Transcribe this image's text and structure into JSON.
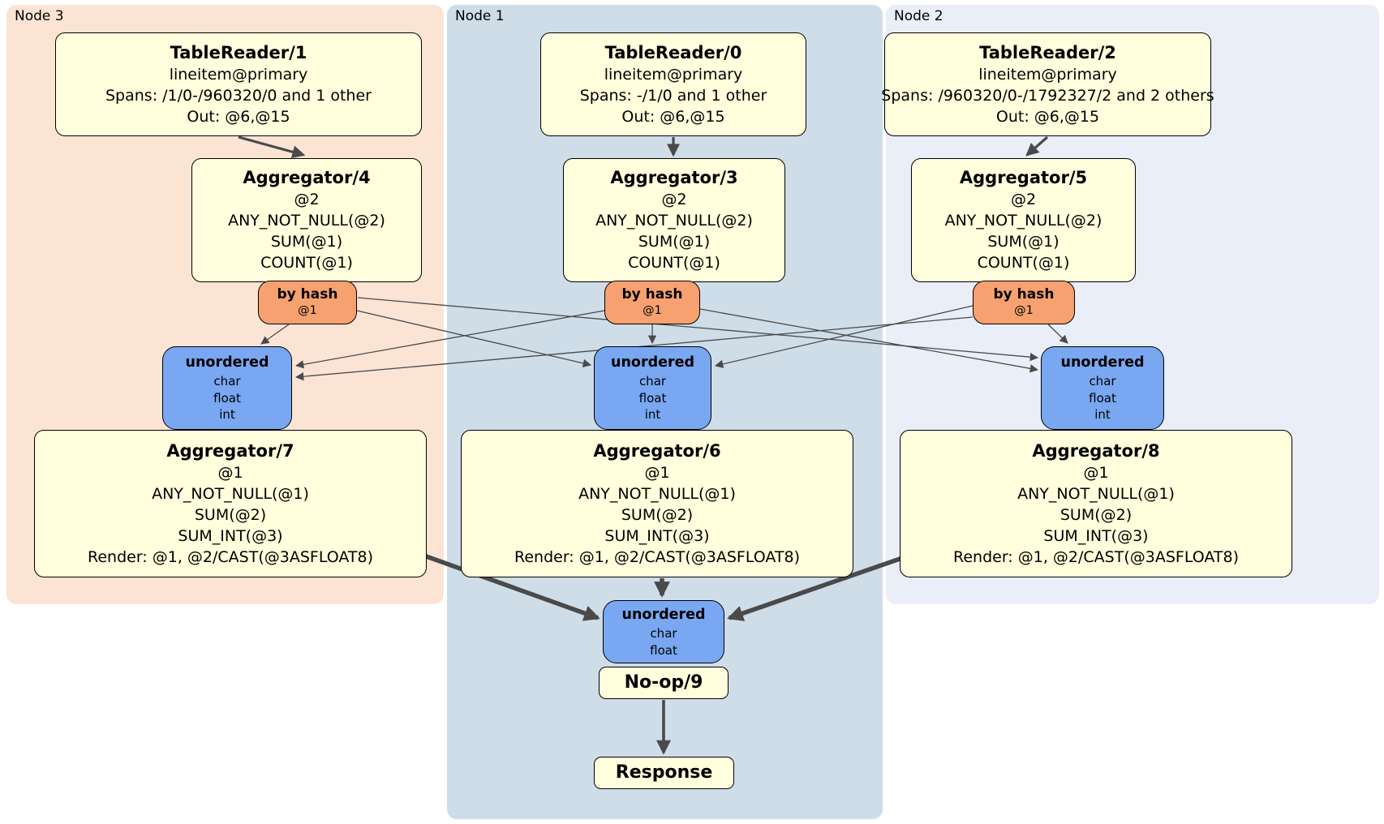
{
  "colors": {
    "node3_bg": "#fce4d4",
    "node1_bg": "#cfdde9",
    "node2_bg": "#e9eef8",
    "processor_fill": "#ffffdd",
    "router_fill": "#f6a16f",
    "sync_fill": "#79a7f1",
    "box_border": "#000000",
    "edge": "#4a4a4a"
  },
  "panels": [
    {
      "label": "Node 3"
    },
    {
      "label": "Node 1"
    },
    {
      "label": "Node 2"
    }
  ],
  "boxes": {
    "tr1": {
      "title": "TableReader/1",
      "lines": [
        "lineitem@primary",
        "Spans: /1/0-/960320/0 and 1 other",
        "Out: @6,@15"
      ]
    },
    "tr0": {
      "title": "TableReader/0",
      "lines": [
        "lineitem@primary",
        "Spans: -/1/0 and 1 other",
        "Out: @6,@15"
      ]
    },
    "tr2": {
      "title": "TableReader/2",
      "lines": [
        "lineitem@primary",
        "Spans: /960320/0-/1792327/2 and 2 others",
        "Out: @6,@15"
      ]
    },
    "agg4": {
      "title": "Aggregator/4",
      "lines": [
        "@2",
        "ANY_NOT_NULL(@2)",
        "SUM(@1)",
        "COUNT(@1)"
      ]
    },
    "agg3": {
      "title": "Aggregator/3",
      "lines": [
        "@2",
        "ANY_NOT_NULL(@2)",
        "SUM(@1)",
        "COUNT(@1)"
      ]
    },
    "agg5": {
      "title": "Aggregator/5",
      "lines": [
        "@2",
        "ANY_NOT_NULL(@2)",
        "SUM(@1)",
        "COUNT(@1)"
      ]
    },
    "hash3": {
      "title": "by hash",
      "lines": [
        "@1"
      ]
    },
    "hash1": {
      "title": "by hash",
      "lines": [
        "@1"
      ]
    },
    "hash2": {
      "title": "by hash",
      "lines": [
        "@1"
      ]
    },
    "sync3": {
      "title": "unordered",
      "lines": [
        "char",
        "float",
        "int"
      ]
    },
    "sync1": {
      "title": "unordered",
      "lines": [
        "char",
        "float",
        "int"
      ]
    },
    "sync2": {
      "title": "unordered",
      "lines": [
        "char",
        "float",
        "int"
      ]
    },
    "agg7": {
      "title": "Aggregator/7",
      "lines": [
        "@1",
        "ANY_NOT_NULL(@1)",
        "SUM(@2)",
        "SUM_INT(@3)",
        "Render: @1, @2/CAST(@3ASFLOAT8)"
      ]
    },
    "agg6": {
      "title": "Aggregator/6",
      "lines": [
        "@1",
        "ANY_NOT_NULL(@1)",
        "SUM(@2)",
        "SUM_INT(@3)",
        "Render: @1, @2/CAST(@3ASFLOAT8)"
      ]
    },
    "agg8": {
      "title": "Aggregator/8",
      "lines": [
        "@1",
        "ANY_NOT_NULL(@1)",
        "SUM(@2)",
        "SUM_INT(@3)",
        "Render: @1, @2/CAST(@3ASFLOAT8)"
      ]
    },
    "syncf": {
      "title": "unordered",
      "lines": [
        "char",
        "float"
      ]
    },
    "noop": {
      "title": "No-op/9"
    },
    "resp": {
      "title": "Response"
    }
  }
}
